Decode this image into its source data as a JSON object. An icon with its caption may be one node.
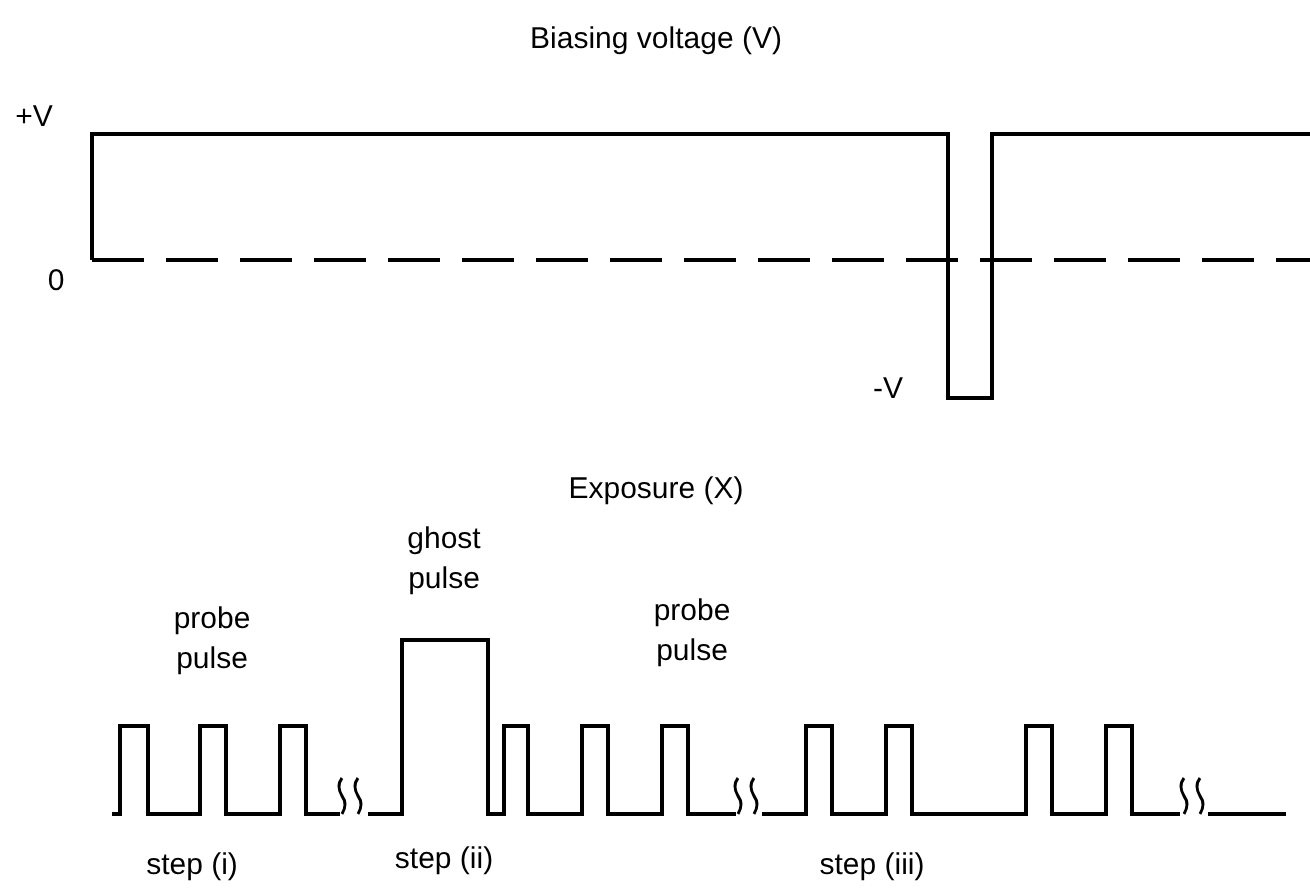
{
  "diagram": {
    "labels": [
      "Biasing voltage (V)",
      "+V",
      "0",
      "-V",
      "Exposure (X)",
      "ghost pulse",
      "probe pulse",
      "probe pulse",
      "step (i)",
      "step (ii)",
      "step (iii)"
    ]
  }
}
